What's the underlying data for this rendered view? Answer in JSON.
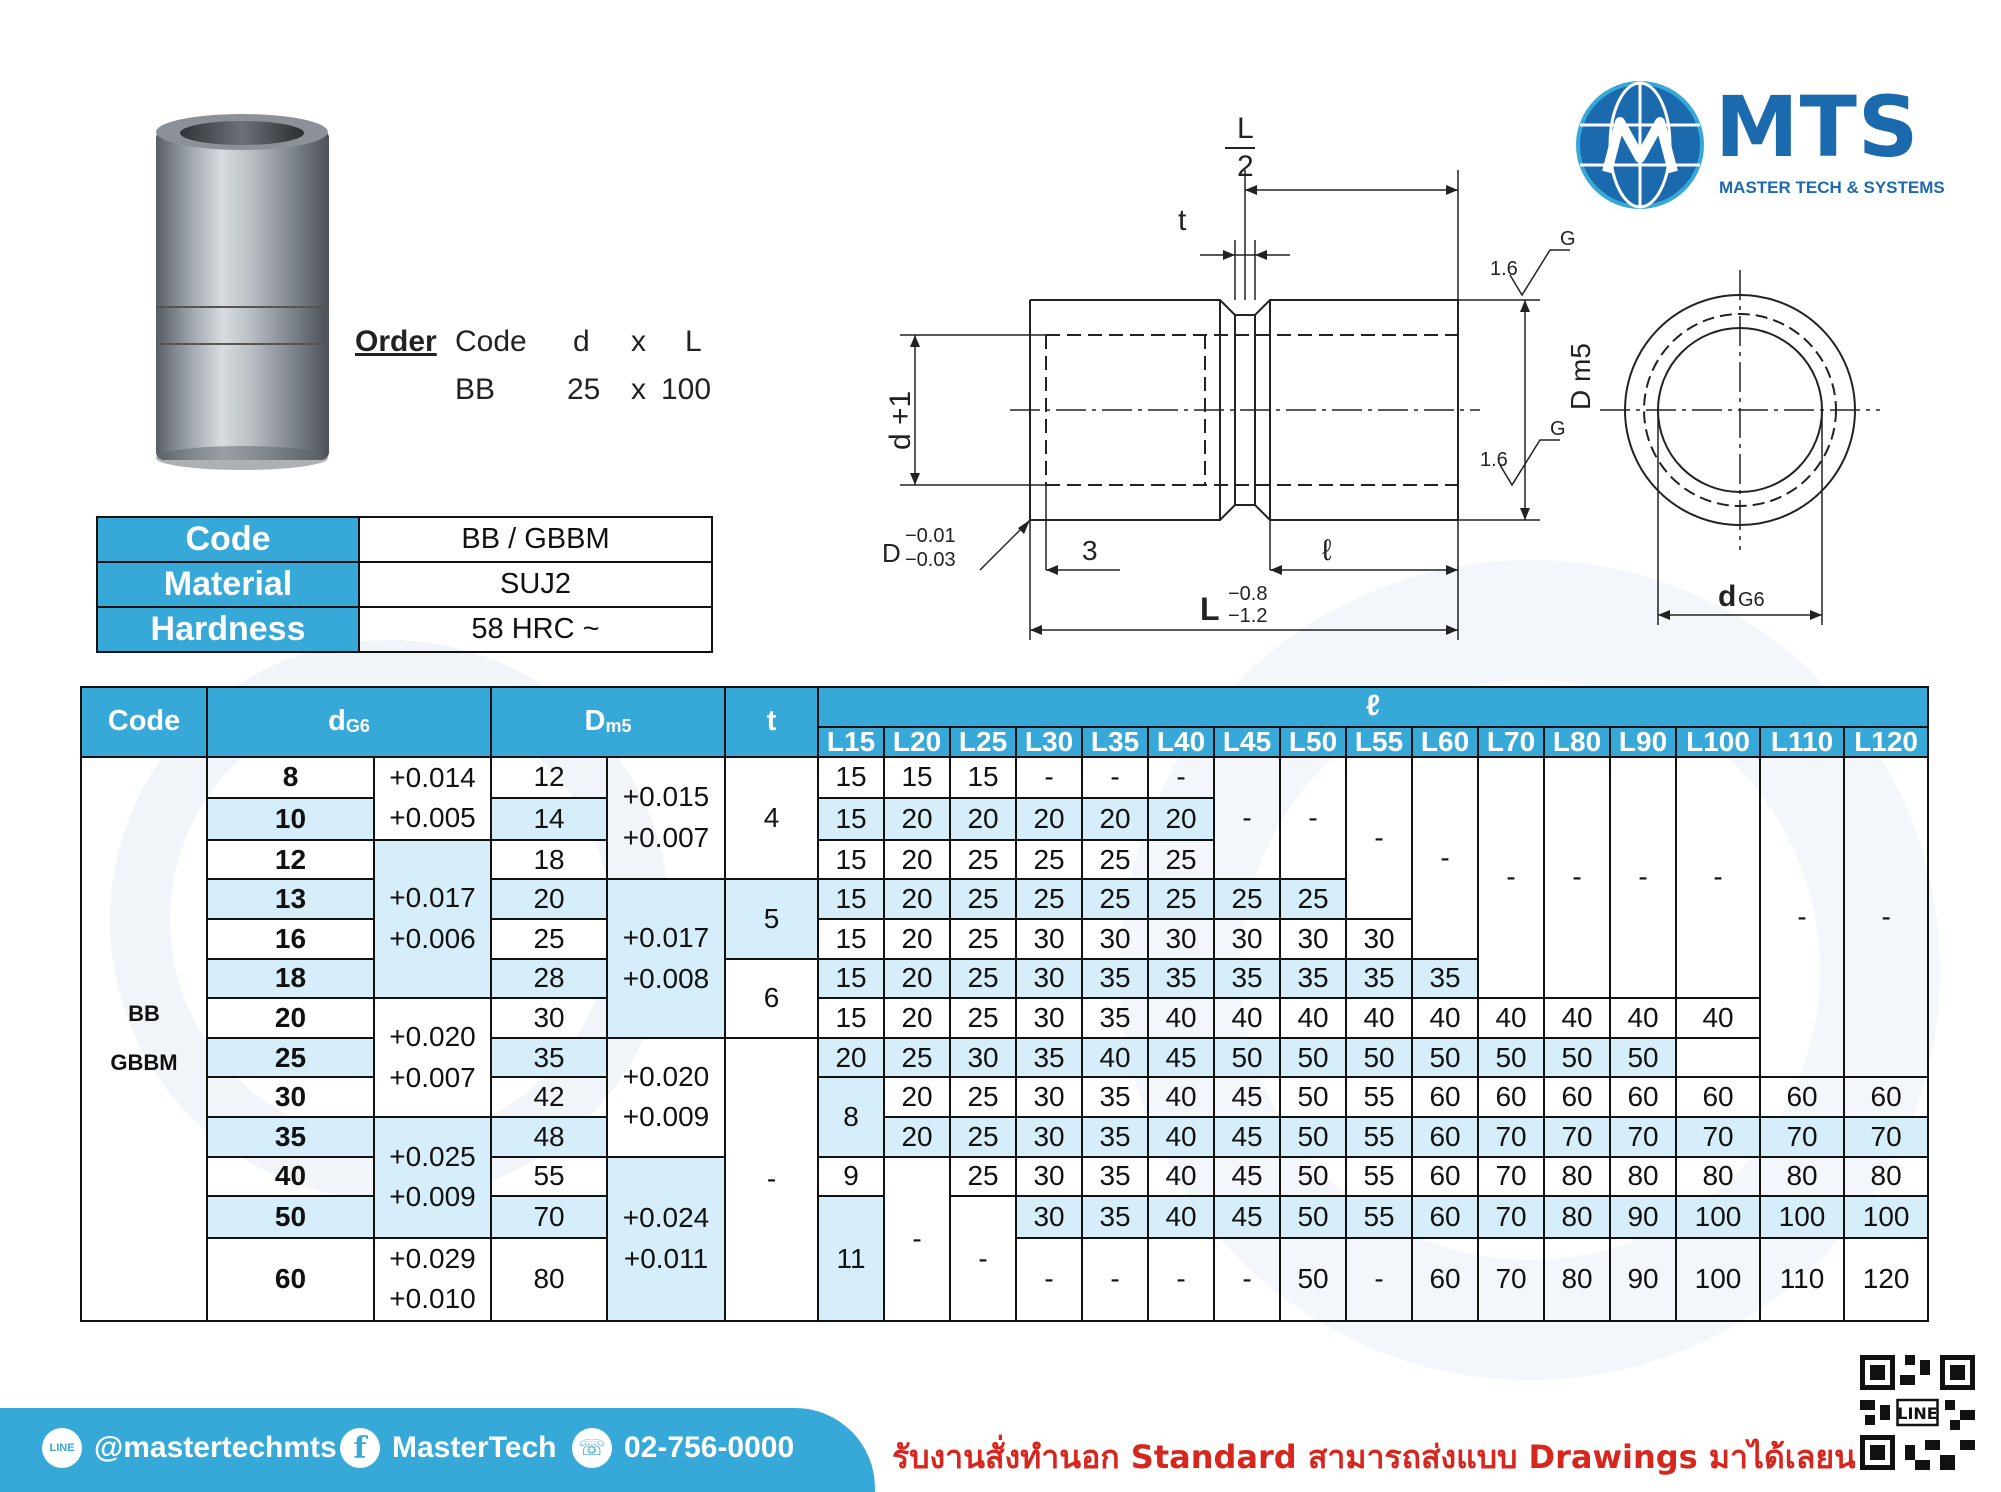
{
  "brand": {
    "name": "MTS",
    "tagline": "MASTER TECH & SYSTEMS",
    "primary_color": "#36a9d9",
    "dark_color": "#1c6aae",
    "light_color": "#d6eef9",
    "slogan_color": "#d7261e"
  },
  "order": {
    "title": "Order",
    "headers": [
      "Code",
      "d",
      "x",
      "L"
    ],
    "values": [
      "BB",
      "25",
      "x",
      "100"
    ]
  },
  "spec": [
    {
      "key": "Code",
      "value": "BB / GBBM"
    },
    {
      "key": "Material",
      "value": "SUJ2"
    },
    {
      "key": "Hardness",
      "value": "58 HRC ~"
    }
  ],
  "drawing": {
    "half_l_num": "L",
    "half_l_den": "2",
    "t": "t",
    "d_plus": "d +1",
    "d_m5": "D m5",
    "g1": "G",
    "g2": "G",
    "rough1": "1.6",
    "rough2": "1.6",
    "D": "D",
    "D_tol_upper": "−0.01",
    "D_tol_lower": "−0.03",
    "three": "3",
    "ell": "ℓ",
    "L": "L",
    "L_tol_upper": "−0.8",
    "L_tol_lower": "−1.2",
    "d": "d",
    "g6": "G6"
  },
  "table": {
    "h_code": "Code",
    "h_d": "d",
    "h_d_sub": "G6",
    "h_D": "D",
    "h_D_sub": "m5",
    "h_t": "t",
    "h_ell": "ℓ",
    "lengths": [
      "L15",
      "L20",
      "L25",
      "L30",
      "L35",
      "L40",
      "L45",
      "L50",
      "L55",
      "L60",
      "L70",
      "L80",
      "L90",
      "L100",
      "L110",
      "L120"
    ],
    "code_1": "BB",
    "code_2": "GBBM",
    "d": [
      "8",
      "10",
      "12",
      "13",
      "16",
      "18",
      "20",
      "25",
      "30",
      "35",
      "40",
      "50",
      "60"
    ],
    "dtol": [
      [
        "+0.014",
        "+0.005"
      ],
      [
        "+0.017",
        "+0.006"
      ],
      [
        "+0.020",
        "+0.007"
      ],
      [
        "+0.025",
        "+0.009"
      ],
      [
        "+0.029",
        "+0.010"
      ]
    ],
    "D": [
      "12",
      "14",
      "18",
      "20",
      "25",
      "28",
      "30",
      "35",
      "42",
      "48",
      "55",
      "70",
      "80"
    ],
    "Dtol": [
      [
        "+0.015",
        "+0.007"
      ],
      [
        "+0.017",
        "+0.008"
      ],
      [
        "+0.020",
        "+0.009"
      ],
      [
        "+0.024",
        "+0.011"
      ]
    ],
    "t": [
      "4",
      "5",
      "6",
      "8",
      "9",
      "11"
    ],
    "dash": "-",
    "cells": {
      "r0": [
        "15",
        "15",
        "15",
        "-",
        "-",
        "-"
      ],
      "r1": [
        "15",
        "20",
        "20",
        "20",
        "20",
        "20"
      ],
      "r2": [
        "15",
        "20",
        "25",
        "25",
        "25",
        "25"
      ],
      "r3": [
        "15",
        "20",
        "25",
        "25",
        "25",
        "25",
        "25",
        "25"
      ],
      "r4": [
        "15",
        "20",
        "25",
        "30",
        "30",
        "30",
        "30",
        "30",
        "30"
      ],
      "r5": [
        "15",
        "20",
        "25",
        "30",
        "35",
        "35",
        "35",
        "35",
        "35",
        "35"
      ],
      "r6": [
        "15",
        "20",
        "25",
        "30",
        "35",
        "40",
        "40",
        "40",
        "40",
        "40",
        "40",
        "40",
        "40",
        "40"
      ],
      "r7": [
        "20",
        "25",
        "30",
        "35",
        "40",
        "45",
        "50",
        "50",
        "50",
        "50",
        "50",
        "50",
        "50"
      ],
      "r8": [
        "20",
        "25",
        "30",
        "35",
        "40",
        "45",
        "50",
        "55",
        "60",
        "60",
        "60",
        "60",
        "60",
        "60",
        "60"
      ],
      "r9": [
        "20",
        "25",
        "30",
        "35",
        "40",
        "45",
        "50",
        "55",
        "60",
        "70",
        "70",
        "70",
        "70",
        "70",
        "70"
      ],
      "r10": [
        "25",
        "30",
        "35",
        "40",
        "45",
        "50",
        "55",
        "60",
        "70",
        "80",
        "80",
        "80",
        "80",
        "80"
      ],
      "r11": [
        "30",
        "35",
        "40",
        "45",
        "50",
        "55",
        "60",
        "70",
        "80",
        "90",
        "100",
        "100",
        "100"
      ],
      "r12": [
        "-",
        "-",
        "-",
        "-",
        "50",
        "-",
        "60",
        "70",
        "80",
        "90",
        "100",
        "110",
        "120"
      ]
    }
  },
  "footer": {
    "line": "@mastertechmts",
    "facebook": "MasterTech",
    "phone": "02-756-0000",
    "line_icon": "LINE",
    "slogan": "รับงานสั่งทำนอก Standard สามารถส่งแบบ Drawings มาได้เลยนะคะ",
    "qr_label": "LINE"
  }
}
